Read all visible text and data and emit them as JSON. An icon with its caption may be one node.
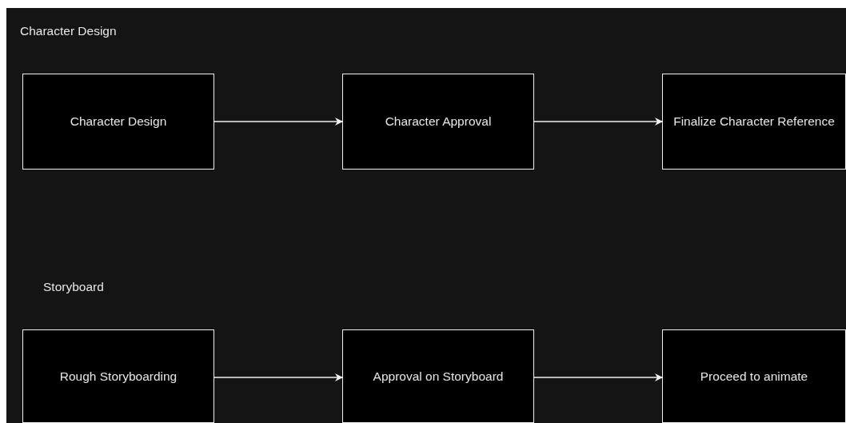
{
  "diagram": {
    "nodes": [
      {
        "text": [
          "Character Design"
        ]
      },
      {
        "text": [
          "Character Approval"
        ]
      },
      {
        "text": [
          "Finalize Character Reference"
        ]
      },
      {
        "text": [
          "Rough Storyboarding"
        ]
      },
      {
        "text": [
          "Approval on Storyboard"
        ]
      },
      {
        "text": [
          "Proceed to animate"
        ]
      }
    ],
    "edges": [
      {
        "from": 0,
        "to": 1,
        "arrow": "to"
      },
      {
        "from": 1,
        "to": 2,
        "arrow": "to"
      },
      {
        "from": 3,
        "to": 4,
        "arrow": "to"
      },
      {
        "from": 4,
        "to": 5,
        "arrow": "to"
      }
    ],
    "labels": [
      "Character Design",
      "Storyboard"
    ]
  }
}
